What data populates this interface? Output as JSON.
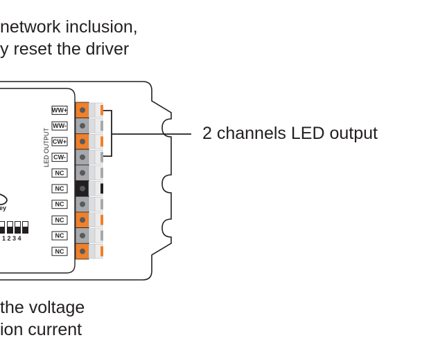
{
  "top_text": {
    "line1": "network inclusion,",
    "line2": "y reset the driver"
  },
  "callout": {
    "label": "2 channels LED output"
  },
  "bottom_text": {
    "line1": "the voltage",
    "line2": "ion current"
  },
  "device": {
    "section_label": "LED OUTPUT",
    "key_label_fragment": "ey",
    "dip_numbers": "1 2 3 4",
    "terminals": [
      {
        "label": "WW+",
        "color": "orange"
      },
      {
        "label": "WW-",
        "color": "gray"
      },
      {
        "label": "CW+",
        "color": "orange"
      },
      {
        "label": "CW-",
        "color": "gray"
      },
      {
        "label": "NC",
        "color": "gray"
      },
      {
        "label": "NC",
        "color": "black"
      },
      {
        "label": "NC",
        "color": "gray"
      },
      {
        "label": "NC",
        "color": "orange"
      },
      {
        "label": "NC",
        "color": "gray"
      },
      {
        "label": "NC",
        "color": "orange"
      }
    ]
  },
  "colors": {
    "orange": "#f0802a",
    "gray": "#a7a9ac",
    "black": "#231f20",
    "outline": "#231f20"
  }
}
